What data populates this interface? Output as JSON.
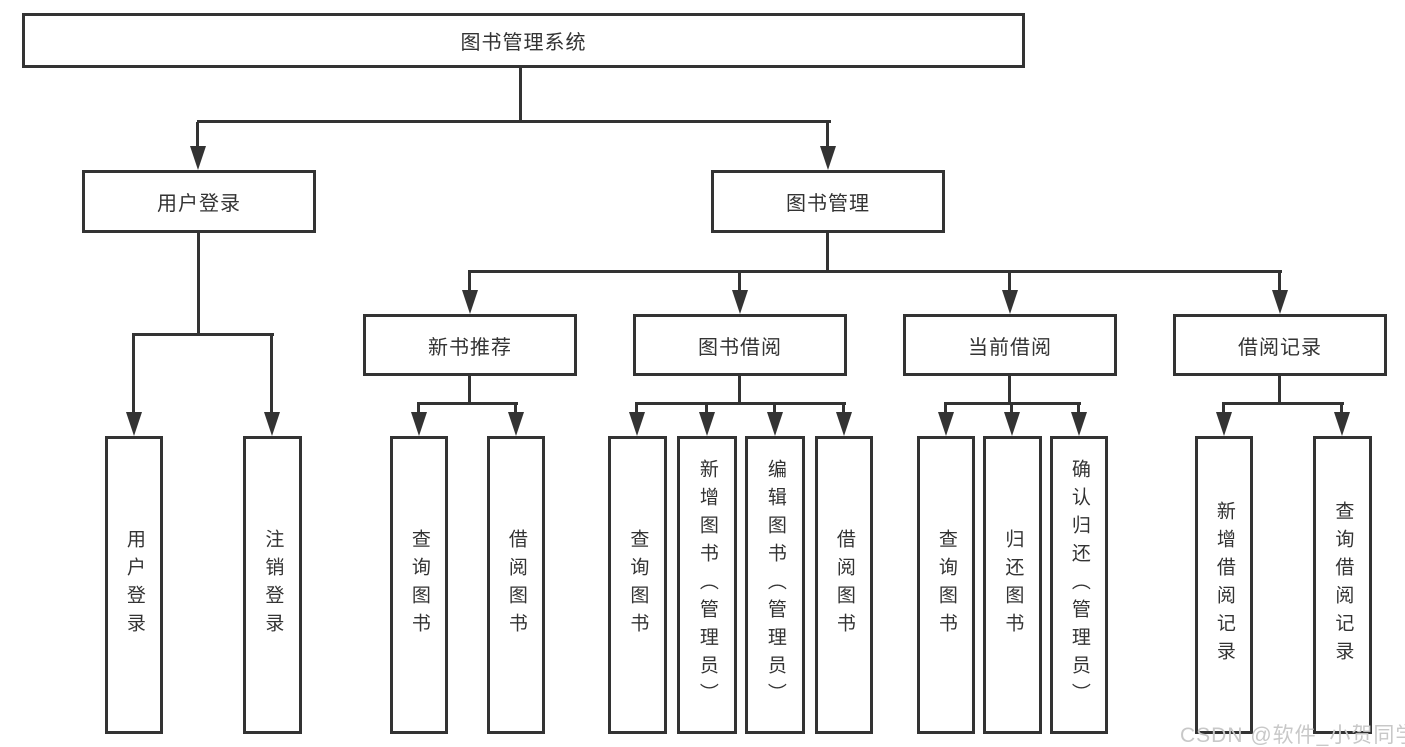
{
  "diagram_type": "functional-structure-tree",
  "tree": {
    "root": {
      "label": "图书管理系统",
      "children": [
        {
          "label": "用户登录",
          "children": [
            {
              "label": "用户登录"
            },
            {
              "label": "注销登录"
            }
          ]
        },
        {
          "label": "图书管理",
          "children": [
            {
              "label": "新书推荐",
              "children": [
                {
                  "label": "查询图书"
                },
                {
                  "label": "借阅图书"
                }
              ]
            },
            {
              "label": "图书借阅",
              "children": [
                {
                  "label": "查询图书"
                },
                {
                  "label": "新增图书（管理员）"
                },
                {
                  "label": "编辑图书（管理员）"
                },
                {
                  "label": "借阅图书"
                }
              ]
            },
            {
              "label": "当前借阅",
              "children": [
                {
                  "label": "查询图书"
                },
                {
                  "label": "归还图书"
                },
                {
                  "label": "确认归还（管理员）"
                }
              ]
            },
            {
              "label": "借阅记录",
              "children": [
                {
                  "label": "新增借阅记录"
                },
                {
                  "label": "查询借阅记录"
                }
              ]
            }
          ]
        }
      ]
    }
  },
  "watermark": {
    "text": "CSDN @软件_小贺同学"
  },
  "colors": {
    "line": "#333333",
    "box_border": "#333333",
    "box_fill": "#ffffff",
    "text": "#333333",
    "watermark": "#c8c8c8",
    "background": "#ffffff"
  }
}
